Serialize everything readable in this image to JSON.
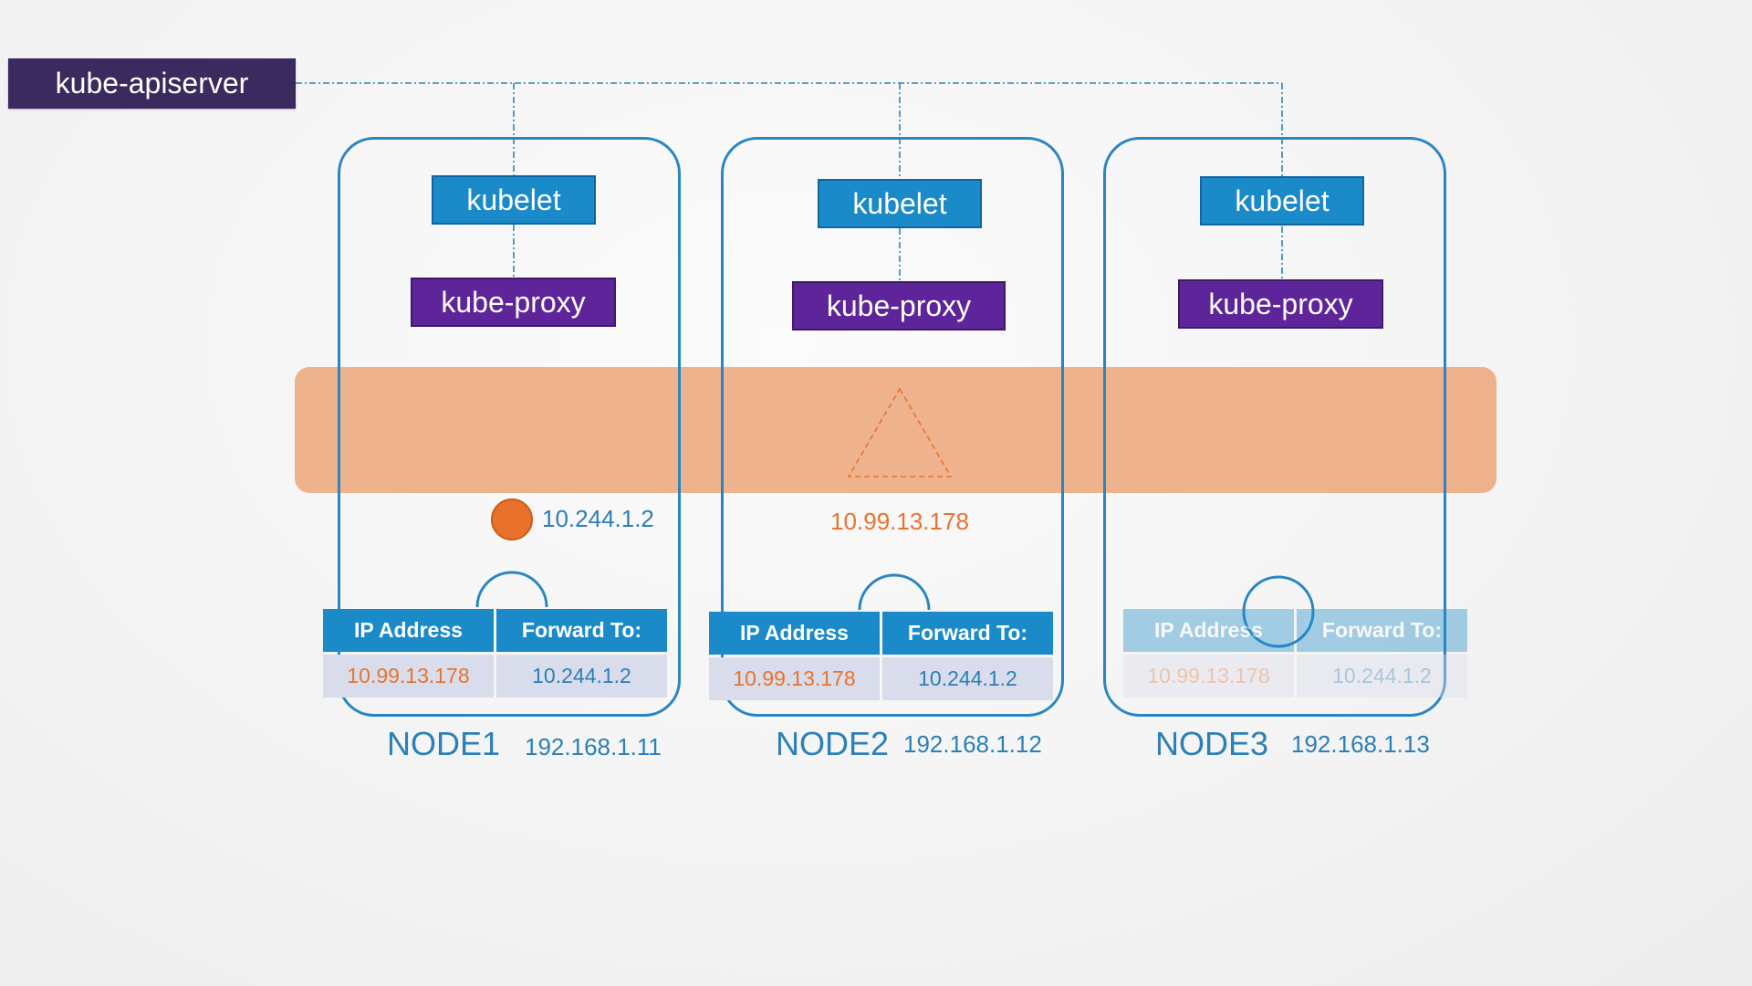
{
  "apiserver": {
    "label": "kube-apiserver"
  },
  "nodes": [
    {
      "name": "NODE1",
      "ip": "192.168.1.11",
      "kubelet": "kubelet",
      "kube_proxy": "kube-proxy"
    },
    {
      "name": "NODE2",
      "ip": "192.168.1.12",
      "kubelet": "kubelet",
      "kube_proxy": "kube-proxy"
    },
    {
      "name": "NODE3",
      "ip": "192.168.1.13",
      "kubelet": "kubelet",
      "kube_proxy": "kube-proxy"
    }
  ],
  "pod": {
    "ip": "10.244.1.2",
    "color": "#e8722c"
  },
  "service": {
    "ip": "10.99.13.178",
    "color": "#e8732e"
  },
  "forwarding_tables": [
    {
      "headers": [
        "IP Address",
        "Forward To:"
      ],
      "rows": [
        [
          "10.99.13.178",
          "10.244.1.2"
        ]
      ]
    },
    {
      "headers": [
        "IP Address",
        "Forward To:"
      ],
      "rows": [
        [
          "10.99.13.178",
          "10.244.1.2"
        ]
      ]
    },
    {
      "headers": [
        "IP Address",
        "Forward To:"
      ],
      "rows": [
        [
          "10.99.13.178",
          "10.244.1.2"
        ]
      ]
    }
  ],
  "colors": {
    "node_border": "#2a86c2",
    "kubelet": "#1b8ac9",
    "kube_proxy": "#5e259a",
    "apiserver": "#3b2a5e",
    "network_band": "#eca274",
    "table_header": "#1b8ac9",
    "table_cell": "#d9dcea"
  }
}
